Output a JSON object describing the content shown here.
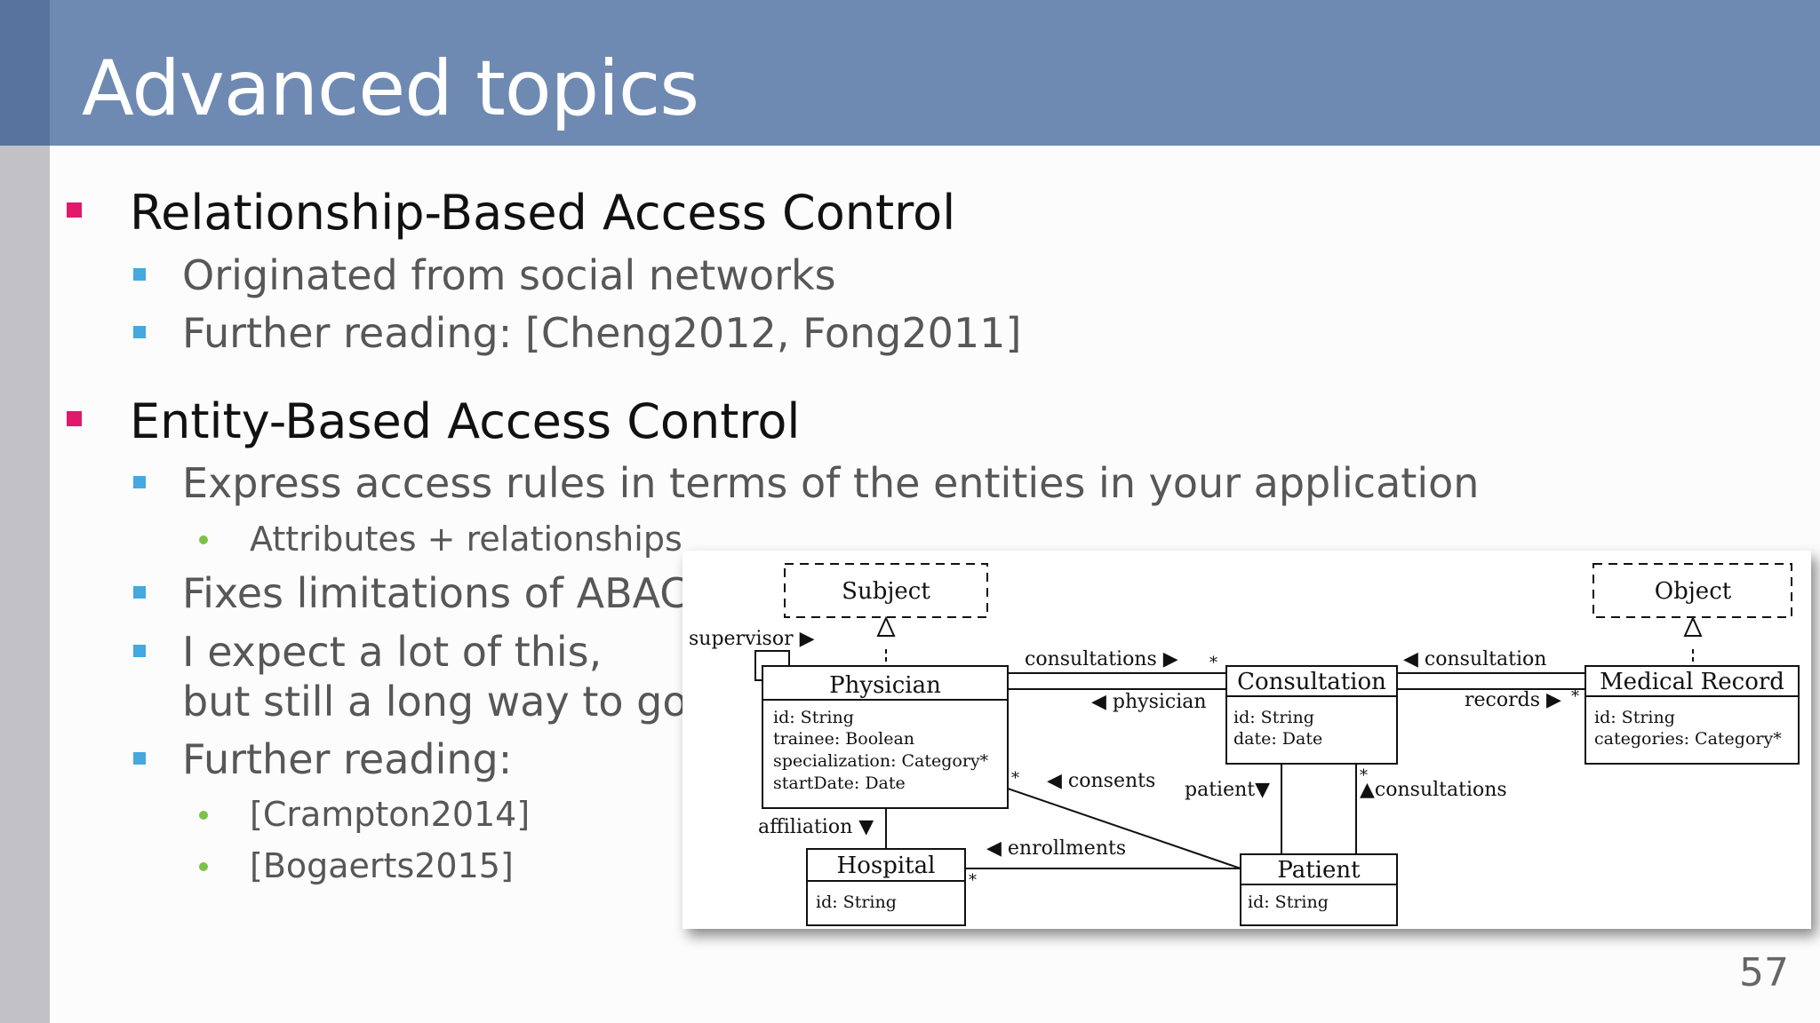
{
  "title": "Advanced topics",
  "page_number": "57",
  "bullets": {
    "rebac": "Relationship-Based Access Control",
    "rebac_origin": "Originated from social networks",
    "rebac_reading": "Further reading: [Cheng2012, Fong2011]",
    "ebac": "Entity-Based Access Control",
    "ebac_express": "Express access rules in terms of the entities in your application",
    "ebac_attrs": "Attributes + relationships",
    "ebac_fixes": "Fixes limitations of ABAC",
    "ebac_expect_1": "I expect a lot of this,",
    "ebac_expect_2": "but still a long way to go",
    "ebac_reading": "Further reading:",
    "ref_1": "[Crampton2014]",
    "ref_2": "[Bogaerts2015]"
  },
  "diagram": {
    "subject": "Subject",
    "object": "Object",
    "physician": {
      "name": "Physician",
      "attrs": [
        "id: String",
        "trainee: Boolean",
        "specialization: Category*",
        "startDate: Date"
      ]
    },
    "consultation": {
      "name": "Consultation",
      "attrs": [
        "id: String",
        "date: Date"
      ]
    },
    "medical_record": {
      "name": "Medical Record",
      "attrs": [
        "id: String",
        "categories: Category*"
      ]
    },
    "hospital": {
      "name": "Hospital",
      "attrs": [
        "id: String"
      ]
    },
    "patient": {
      "name": "Patient",
      "attrs": [
        "id: String"
      ]
    },
    "labels": {
      "supervisor": "supervisor ▶",
      "consultations_top": "consultations ▶",
      "physician_role": "◀ physician",
      "consultation_role": "◀ consultation",
      "records": "records ▶",
      "consents": "◀ consents",
      "patient_role": "patient▼",
      "consultations_up": "▲consultations",
      "affiliation": "affiliation ▼",
      "enrollments": "◀ enrollments",
      "many": "*"
    }
  }
}
